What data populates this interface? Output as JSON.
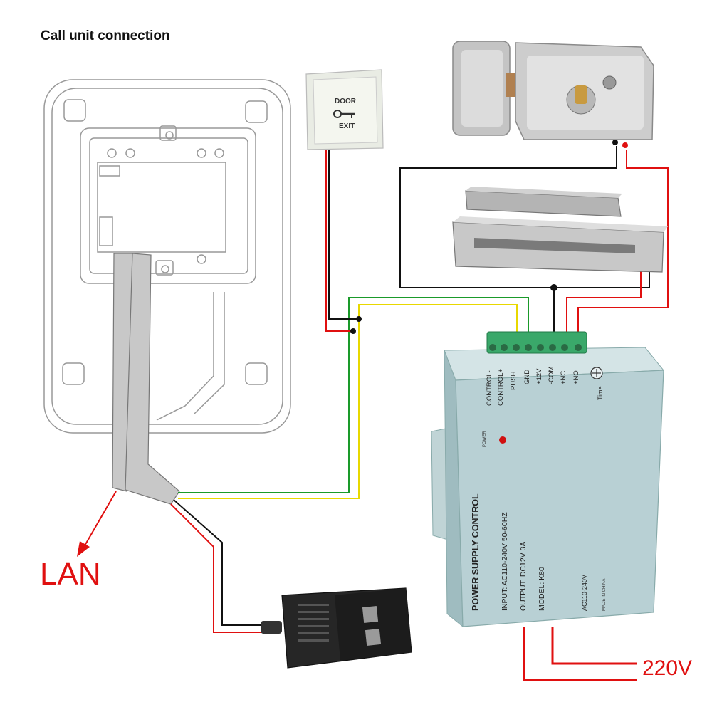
{
  "diagram": {
    "title": "Call unit connection",
    "lan_label": "LAN",
    "mains_label": "220V",
    "exit_button": {
      "line1": "DOOR",
      "line2": "EXIT"
    },
    "power_supply": {
      "name": "POWER SUPPLY CONTROL",
      "input": "INPUT: AC110-240V  50-60HZ",
      "output": "OUTPUT: DC12V  3A",
      "model": "MODEL:  K80",
      "ac_label": "AC110-240V",
      "made_in": "MADE IN CHINA",
      "power_label": "POWER",
      "time_label": "Time",
      "terminals": [
        "CONTROL-",
        "CONTROL+",
        "PUSH",
        "GND",
        "+12V",
        "-COM",
        "+NC",
        "+NO"
      ]
    },
    "colors": {
      "wire_red": "#e01010",
      "wire_black": "#111111",
      "wire_green": "#1a9a2a",
      "wire_yellow": "#e8d800",
      "psu_body": "#bcd4d8",
      "terminal_green": "#3aa86a"
    }
  }
}
